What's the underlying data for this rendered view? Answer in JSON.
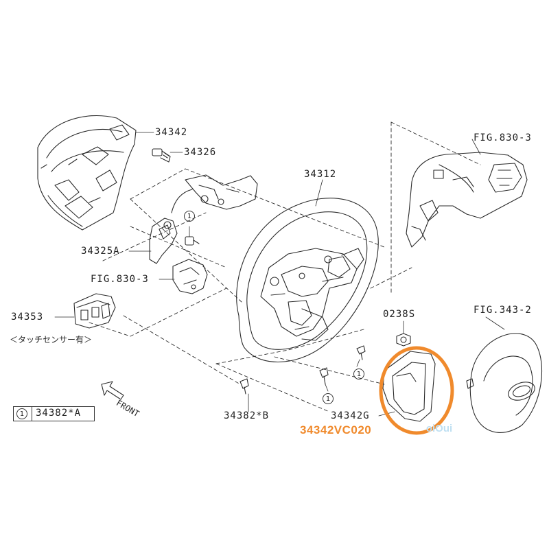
{
  "labels": {
    "p34342": "34342",
    "p34326": "34326",
    "p34312": "34312",
    "fig830_top": "FIG.830-3",
    "p34325a": "34325A",
    "fig830_mid": "FIG.830-3",
    "p34353": "34353",
    "touch_sensor": "＜タッチセンサー有＞",
    "p0238s": "0238S",
    "fig343": "FIG.343-2",
    "p34382b": "34382*B",
    "p34342g": "34342G",
    "highlight_part": "34342VC020",
    "front": "FRONT"
  },
  "legend": {
    "number": "1",
    "part": "34382*A"
  },
  "callouts": {
    "c1": "1",
    "c2": "1",
    "c3": "1",
    "c4": "1"
  },
  "colors": {
    "line": "#2a2a2a",
    "highlight_ring": "#f08a2c",
    "highlight_text": "#f08a2c",
    "watermark": "#bfe0f2"
  },
  "watermark": {
    "text": "oiOui"
  }
}
